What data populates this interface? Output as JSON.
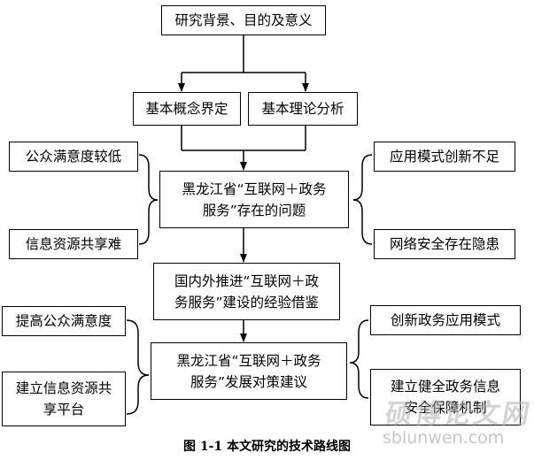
{
  "nodes": {
    "n1": "研究背景、目的及意义",
    "n2": "基本概念界定",
    "n3": "基本理论分析",
    "n4": "公众满意度较低",
    "n5": "信息资源共享难",
    "n6_l1": "黑龙江省“互联网＋政务",
    "n6_l2": "服务”存在的问题",
    "n7": "应用模式创新不足",
    "n8": "网络安全存在隐患",
    "n9_l1": "国内外推进“互联网＋政",
    "n9_l2": "务服务”建设的经验借鉴",
    "n10": "提高公众满意度",
    "n11_l1": "建立信息资源共",
    "n11_l2": "享平台",
    "n12_l1": "黑龙江省“互联网＋政务",
    "n12_l2": "服务”发展对策建议",
    "n13": "创新政务应用模式",
    "n14_l1": "建立健全政务信息",
    "n14_l2": "安全保障机制"
  },
  "caption": "图 1-1  本文研究的技术路线图",
  "watermark": {
    "brand": "硕博论文网",
    "url": "sblunwen.com"
  }
}
